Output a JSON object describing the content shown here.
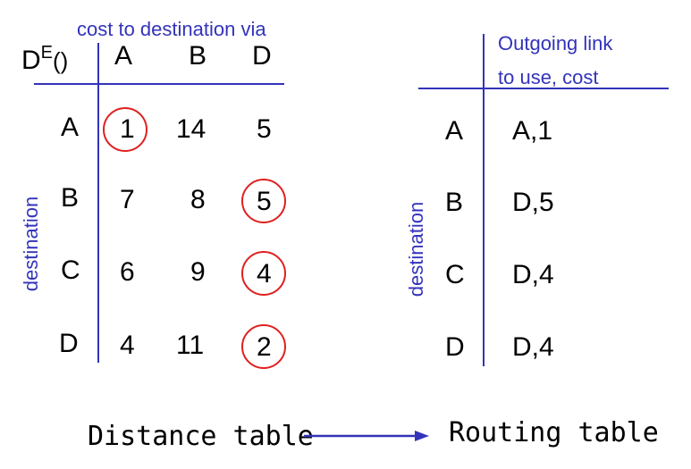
{
  "distance_table": {
    "title_main": "D",
    "title_sup": "E",
    "title_paren": "()",
    "header_caption": "cost to destination via",
    "via_columns": [
      "A",
      "B",
      "D"
    ],
    "destination_label": "destination",
    "rows": [
      {
        "dest": "A",
        "values": [
          "1",
          "14",
          "5"
        ]
      },
      {
        "dest": "B",
        "values": [
          "7",
          "8",
          "5"
        ]
      },
      {
        "dest": "C",
        "values": [
          "6",
          "9",
          "4"
        ]
      },
      {
        "dest": "D",
        "values": [
          "4",
          "11",
          "2"
        ]
      }
    ],
    "accent_color": "#3333bb",
    "highlight_color": "#e02020"
  },
  "routing_table": {
    "header_line1": "Outgoing link",
    "header_line2": "to use, cost",
    "destination_label": "destination",
    "rows": [
      {
        "dest": "A",
        "entry": "A,1"
      },
      {
        "dest": "B",
        "entry": "D,5"
      },
      {
        "dest": "C",
        "entry": "D,4"
      },
      {
        "dest": "D",
        "entry": "D,4"
      }
    ]
  },
  "captions": {
    "left": "Distance table",
    "right": "Routing table"
  }
}
